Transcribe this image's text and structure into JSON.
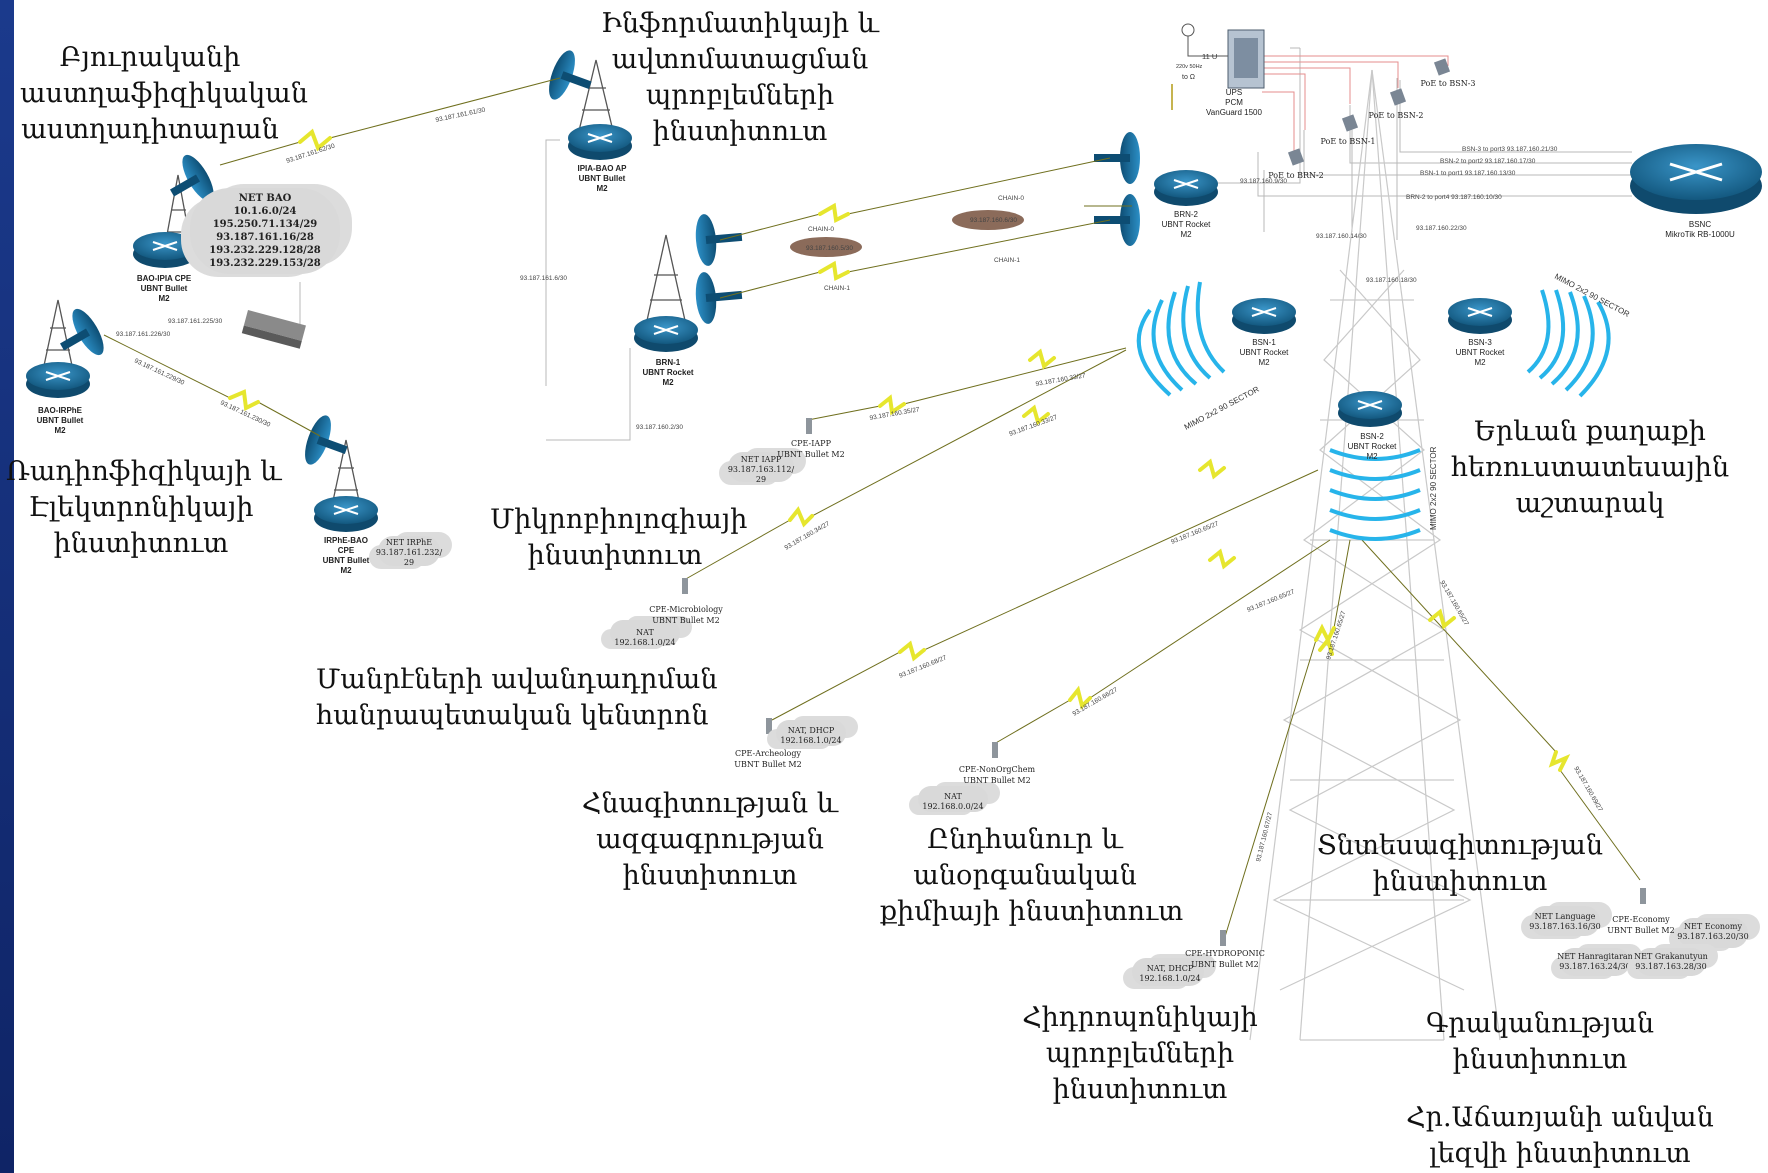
{
  "title": {
    "byurakan": "Բյուրականի\nաստղաֆիզիկական\nաստղադիտարան",
    "informatics": "Ինֆորմատիկայի և\nավտոմատացման\nպրոբլեմների\nինստիտուտ",
    "radiophysics": "Ռադիոֆիզիկայի և\nԷլեկտրոնիկայի\nինստիտուտ",
    "microbiology": "Միկրոբիոլոգիայի\nինստիտուտ",
    "depository": "Մանրէների ավանդադրման\nհանրապետական կենտրոն",
    "archeology": "Հնագիտության և\nազգագրության\nինստիտուտ",
    "chemistry": "Ընդհանուր և\nանօրգանական\nքիմիայի ինստիտուտ",
    "economy": "Տնտեսագիտության\nինստիտուտ",
    "hydroponic": "Հիդրոպոնիկայի\nպրոբլեմների\nինստիտուտ",
    "literature": "Գրականության\nինստիտուտ",
    "language": "Հր.Աճառյանի անվան\nլեզվի ինստիտուտ",
    "tower": "Երևան քաղաքի\nհեռուստատեսային\nաշտարակ"
  },
  "nodes": {
    "bao_ipia_cpe": "BAO-IPIA CPE\nUBNT Bullet\nM2",
    "ipia_bao_ap": "IPIA-BAO AP\nUBNT Bullet\nM2",
    "bao_irphe": "BAO-IRPhE\nUBNT Bullet\nM2",
    "irphe_bao": "IRPhE-BAO\nCPE\nUBNT Bullet\nM2",
    "brn1": "BRN-1\nUBNT Rocket\nM2",
    "brn2": "BRN-2\nUBNT Rocket\nM2",
    "bsn1": "BSN-1\nUBNT Rocket\nM2",
    "bsn2": "BSN-2\nUBNT Rocket\nM2",
    "bsn3": "BSN-3\nUBNT Rocket\nM2",
    "bsnc": "BSNC\nMikroTik RB-1000U",
    "ups": "UPS\nPCM\nVanGuard 1500",
    "ups_u": "11 U",
    "ups_power": "220v 50Hz",
    "ups_ground": "to Ω",
    "cpe_iapp": "CPE-IAPP\nUBNT Bullet M2",
    "cpe_micro": "CPE-Microbiology\nUBNT Bullet M2",
    "cpe_arch": "CPE-Archeology\nUBNT Bullet M2",
    "cpe_chem": "CPE-NonOrgChem\nUBNT Bullet M2",
    "cpe_hydro": "CPE-HYDROPONIC\nUBNT Bullet M2",
    "cpe_econ": "CPE-Economy\nUBNT Bullet M2"
  },
  "poe": {
    "bsn3": "PoE to BSN-3",
    "bsn2": "PoE to BSN-2",
    "bsn1": "PoE to BSN-1",
    "brn2": "PoE to BRN-2"
  },
  "sectors": {
    "bsn1": "MIMO 2x2 90 SECTOR",
    "bsn2": "MIMO 2x2 90 SECTOR",
    "bsn3": "MIMO 2x2 90 SECTOR"
  },
  "clouds": {
    "net_bao": "NET BAO\n10.1.6.0/24\n195.250.71.134/29\n93.187.161.16/28\n193.232.229.128/28\n193.232.229.153/28",
    "net_irphe": "NET IRPhE\n93.187.161.232/\n29",
    "net_iapp": "NET IAPP\n93.187.163.112/\n29",
    "nat_micro": "NAT\n192.168.1.0/24",
    "nat_arch": "NAT, DHCP\n192.168.1.0/24",
    "nat_chem": "NAT\n192.168.0.0/24",
    "nat_hydro": "NAT, DHCP\n192.168.1.0/24",
    "net_language": "NET Language\n93.187.163.16/30",
    "net_economy": "NET Economy\n93.187.163.20/30",
    "net_hanragitaran": "NET Hanragitaran\n93.187.163.24/30",
    "net_grakanutyun": "NET Grakanutyun\n93.187.163.28/30",
    "chain_a": "93.187.160.5/30",
    "chain_b": "93.187.160.6/30"
  },
  "links": {
    "l1": "93.187.161.61/30",
    "l1b": "93.187.161.62/30",
    "l2": "93.187.161.6/30",
    "l3": "93.187.161.225/30",
    "l4": "93.187.161.226/30",
    "l5": "93.187.161.229/30",
    "l6": "93.187.161.230/30",
    "l7": "93.187.160.2/30",
    "chain0a": "CHAIN-0",
    "chain0b": "CHAIN-0",
    "chain1a": "CHAIN-1",
    "chain1b": "CHAIN-1",
    "brn2_up": "93.187.160.9/30",
    "iapp1": "93.187.160.35/27",
    "iapp2": "93.187.160.33/27",
    "micro1": "93.187.160.34/27",
    "micro2": "93.187.160.33/27",
    "bsn2_a": "93.187.160.65/27",
    "arch1": "93.187.160.68/27",
    "arch2": "93.187.160.65/27",
    "chem1": "93.187.160.66/27",
    "chem2": "93.187.160.65/27",
    "hydro": "93.187.160.67/27",
    "econ1": "93.187.160.65/27",
    "econ2": "93.187.160.69/27",
    "tower1": "93.187.160.14/30",
    "tower2": "93.187.160.18/30",
    "tower3": "93.187.160.22/30",
    "p3": "BSN-3 to port3 93.187.160.21/30",
    "p2": "BSN-2 to port2 93.187.160.17/30",
    "p1": "BSN-1 to port1 93.187.160.13/30",
    "p4": "BRN-2 to port4 93.187.160.10/30"
  },
  "colors": {
    "background": "#1a2f6e",
    "canvas": "#ffffff",
    "link": "#e6e62e",
    "sector": "#27b4ea",
    "router": "#1e6fa0",
    "cloud": "#d9d9d9"
  }
}
